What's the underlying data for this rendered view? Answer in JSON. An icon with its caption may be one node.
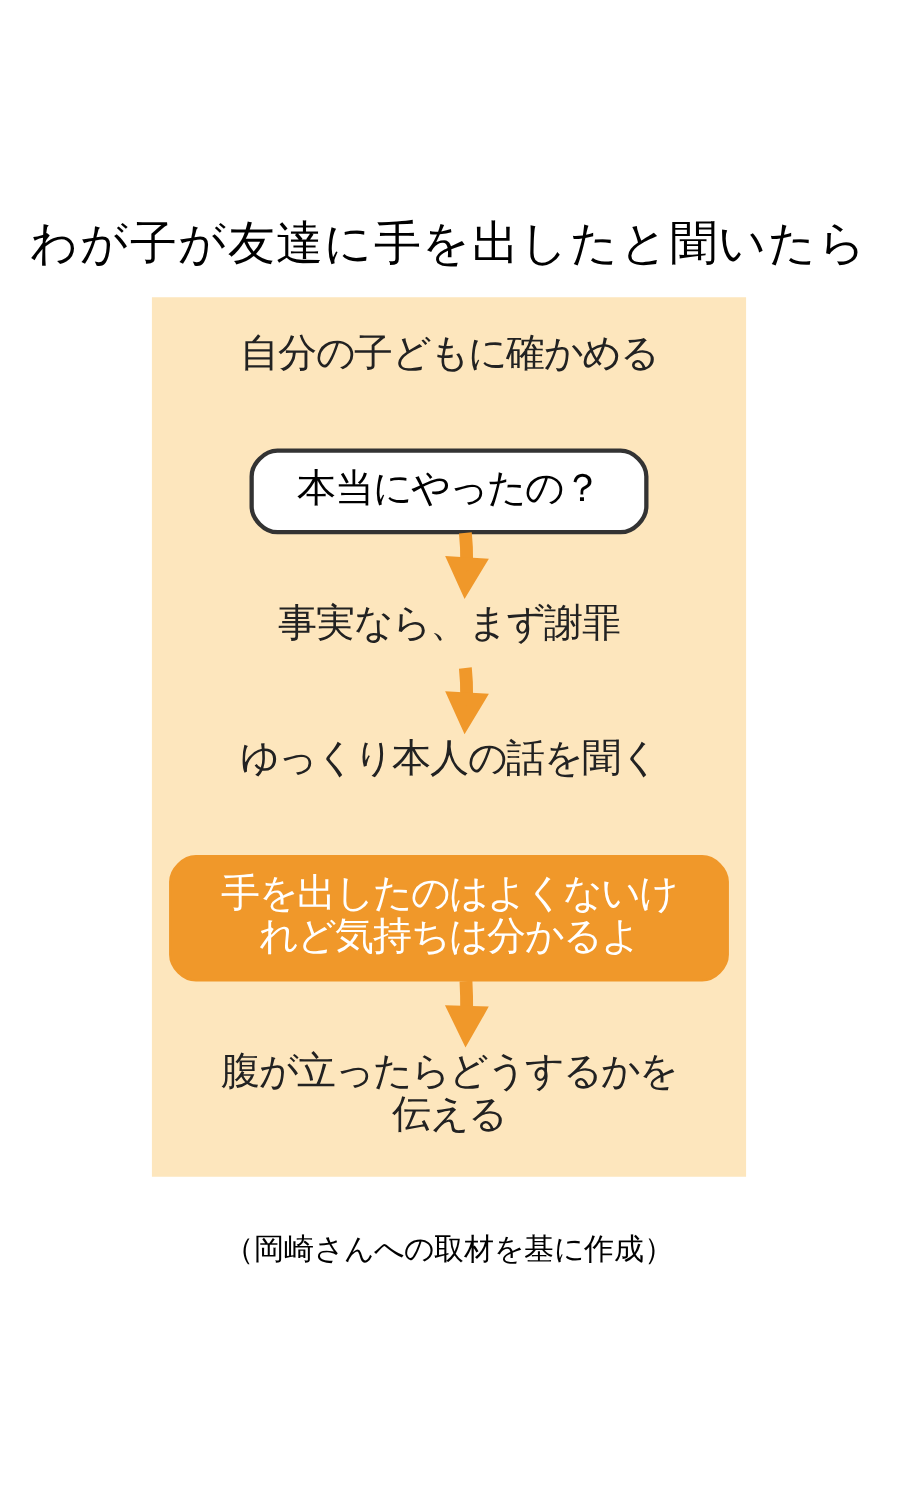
{
  "diagram": {
    "title": "わが子が友達に手を出したと聞いたら",
    "caption": "（岡崎さんへの取材を基に作成）",
    "nodes": [
      {
        "text": [],
        "shape": "box"
      },
      {
        "text": [
          "自分の子どもに確かめる"
        ],
        "in": 0
      },
      {
        "text": [
          "本当にやったの？"
        ],
        "in": 0
      },
      {
        "text": [
          "事実なら、まず謝罪"
        ],
        "in": 0
      },
      {
        "text": [
          "ゆっくり本人の話を聞く"
        ],
        "in": 0
      },
      {
        "text": [
          "手を出したのはよくないけれど気持ちは分かるよ"
        ],
        "in": 0
      },
      {
        "text": [
          "腹が立ったらどうするかを伝える"
        ],
        "in": 0
      }
    ],
    "edges": [
      {
        "from": 2,
        "to": 3,
        "arrow": "to"
      },
      {
        "from": 3,
        "to": 4,
        "arrow": "to"
      },
      {
        "from": 5,
        "to": 6,
        "arrow": "to"
      }
    ]
  }
}
